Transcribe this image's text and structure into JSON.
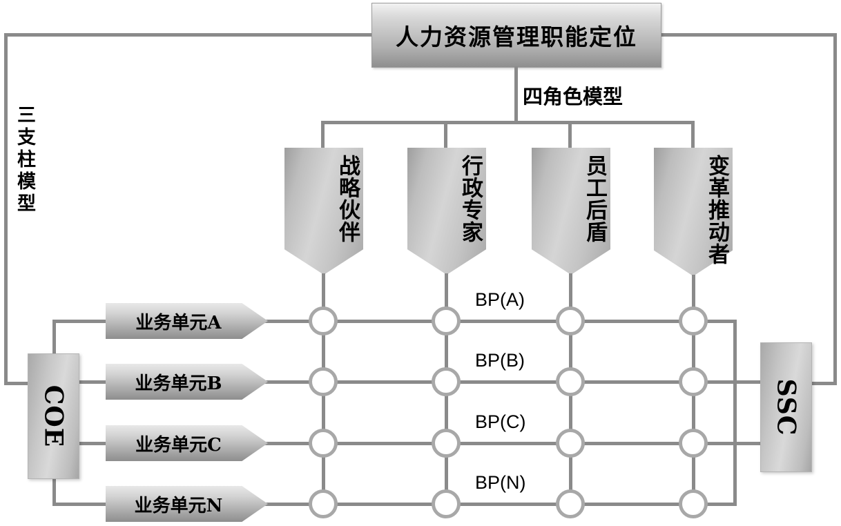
{
  "diagram": {
    "title": "人力资源管理职能定位",
    "four_role_model_label": "四角色模型",
    "three_pillar_model_label": "三支柱模型",
    "roles": [
      {
        "name": "战略伙伴",
        "chars": 4
      },
      {
        "name": "行政专家",
        "chars": 4
      },
      {
        "name": "员工后盾",
        "chars": 4
      },
      {
        "name": "变革推动者",
        "chars": 5
      }
    ],
    "business_units": [
      {
        "label": "业务单元A"
      },
      {
        "label": "业务单元B"
      },
      {
        "label": "业务单元C"
      },
      {
        "label": "业务单元N"
      }
    ],
    "bp_labels": [
      "BP(A)",
      "BP(B)",
      "BP(C)",
      "BP(N)"
    ],
    "pillars": {
      "coe": "COE",
      "ssc": "SSC"
    },
    "colors": {
      "line": "#8a8a8a",
      "node_ring": "#a8a8a8",
      "text": "#000000",
      "background": "#ffffff"
    }
  }
}
